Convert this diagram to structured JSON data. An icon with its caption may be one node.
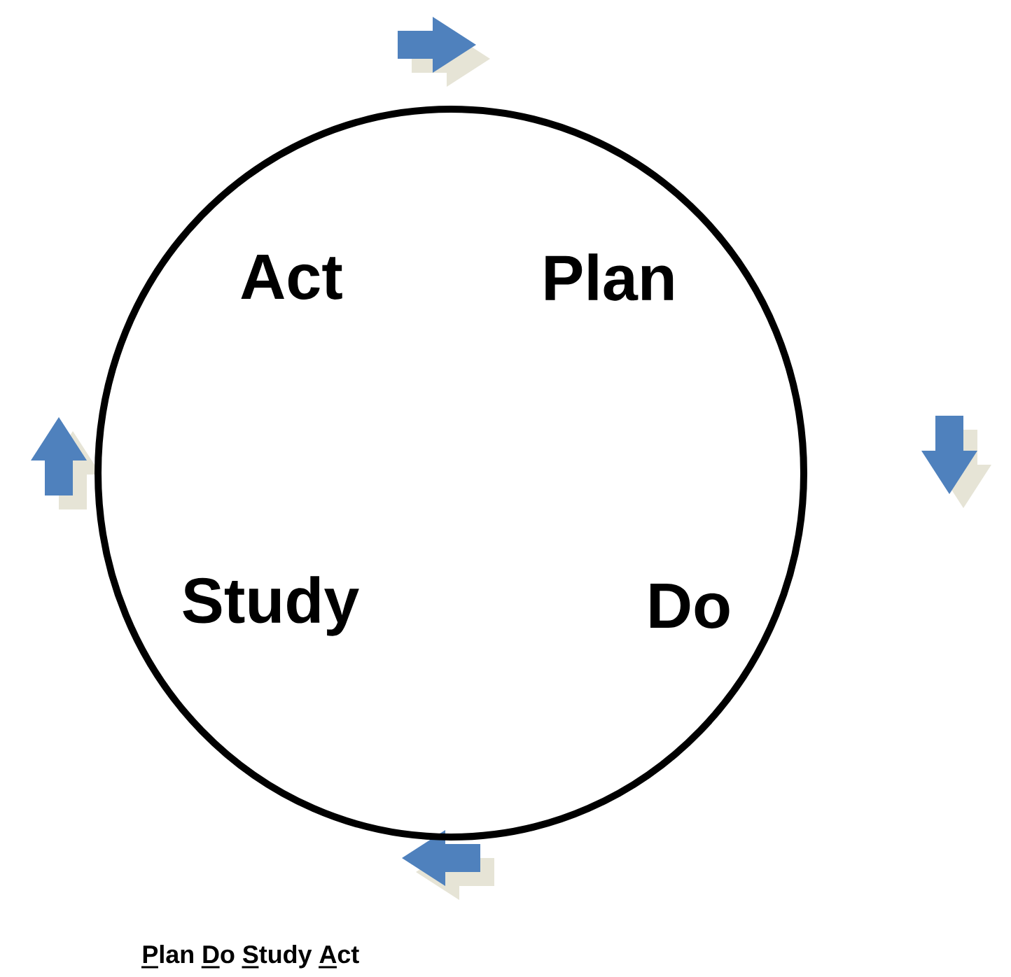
{
  "diagram": {
    "caption": "Plan Do Study Act",
    "nodes": [
      {
        "text": [
          "Act",
          "Plan",
          "Study",
          "Do"
        ]
      }
    ]
  }
}
